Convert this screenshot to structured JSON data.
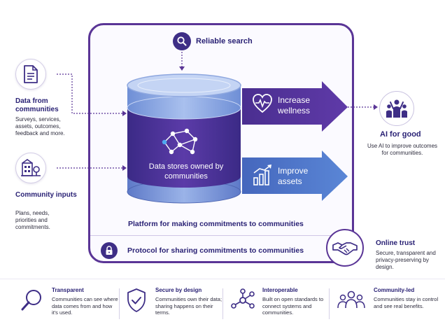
{
  "top": {
    "search_label": "Reliable search"
  },
  "left": {
    "data_title": "Data from communities",
    "data_desc": "Surveys, services, assets, outcomes, feedback and more.",
    "inputs_title": "Community inputs",
    "inputs_desc": "Plans, needs, priorities and commitments."
  },
  "center": {
    "db_label": "Data stores owned by communities",
    "platform_label": "Platform for making commitments to communities",
    "protocol_label": "Protocol for sharing commitments to communities"
  },
  "arrows": {
    "wellness_label": "Increase wellness",
    "assets_label": "Improve assets"
  },
  "right": {
    "ai_title": "AI for good",
    "ai_desc": "Use AI to improve outcomes for communities.",
    "trust_title": "Online trust",
    "trust_desc": "Secure, transparent and privacy-preserving by design."
  },
  "footer": [
    {
      "title": "Transparent",
      "desc": "Communities can see where data comes from and how it's used."
    },
    {
      "title": "Secure by design",
      "desc": "Communities own their data; sharing happens on their terms."
    },
    {
      "title": "Interoperable",
      "desc": "Built on open standards to connect systems and communities."
    },
    {
      "title": "Community-led",
      "desc": "Communities stay in control and see real benefits."
    }
  ],
  "colors": {
    "purple_dark": "#3e2e86",
    "purple": "#5a3596",
    "blue_arrow": "#4a73c6",
    "navy_text": "#2a2275"
  }
}
